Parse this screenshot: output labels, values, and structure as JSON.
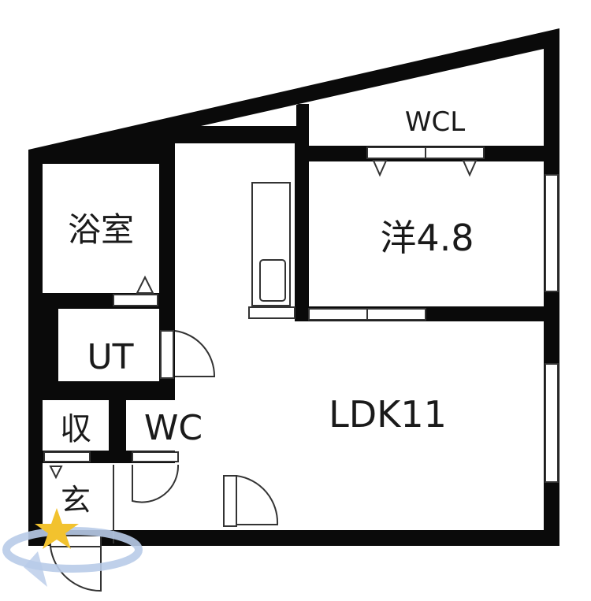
{
  "rooms": {
    "bath": "浴室",
    "ut": "UT",
    "storage": "収",
    "wc": "WC",
    "entrance": "玄",
    "wcl": "WCL",
    "western": "洋4.8",
    "ldk": "LDK11"
  },
  "colors": {
    "wall": "#0a0a0a",
    "background": "#ffffff",
    "fixture": "#333333",
    "logo_star": "#f2c22e",
    "logo_ring": "#b8cbe8"
  },
  "icons": {
    "logo": "star-ring-logo"
  }
}
